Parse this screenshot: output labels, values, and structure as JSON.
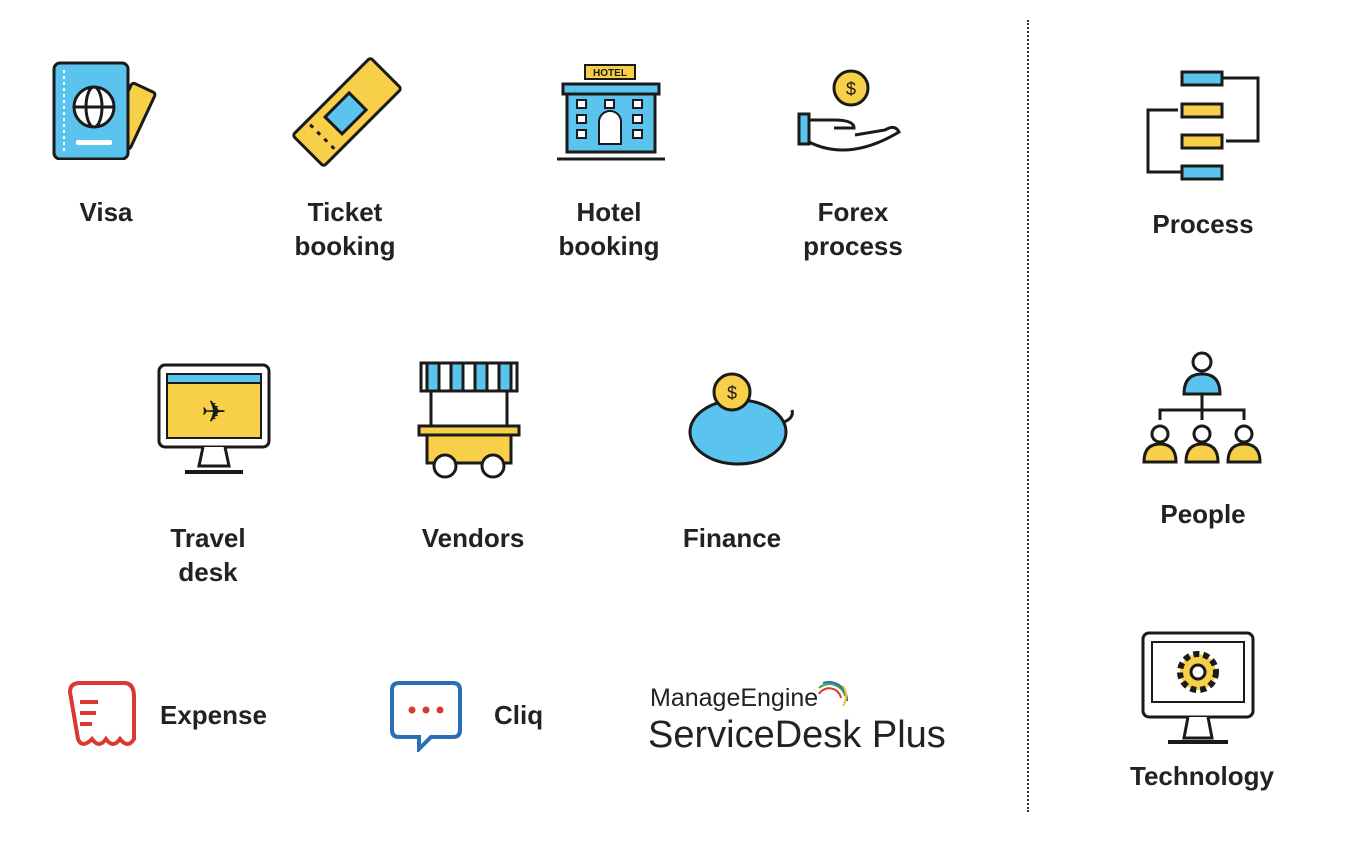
{
  "items_row1": [
    {
      "label1": "Visa",
      "label2": ""
    },
    {
      "label1": "Ticket",
      "label2": "booking"
    },
    {
      "label1": "Hotel",
      "label2": "booking"
    },
    {
      "label1": "Forex",
      "label2": "process"
    }
  ],
  "items_row2": [
    {
      "label1": "Travel",
      "label2": "desk"
    },
    {
      "label1": "Vendors",
      "label2": ""
    },
    {
      "label1": "Finance",
      "label2": ""
    }
  ],
  "hotel_sign": "HOTEL",
  "apps": {
    "expense": "Expense",
    "cliq": "Cliq",
    "brand": "ManageEngine",
    "product": "ServiceDesk Plus"
  },
  "pillars": [
    "Process",
    "People",
    "Technology"
  ],
  "colors": {
    "blue": "#5bc4ee",
    "yellow": "#f7cf48",
    "ink": "#1a1a1a",
    "expense_red": "#d9392f",
    "cliq_blue": "#2a6fb5"
  }
}
